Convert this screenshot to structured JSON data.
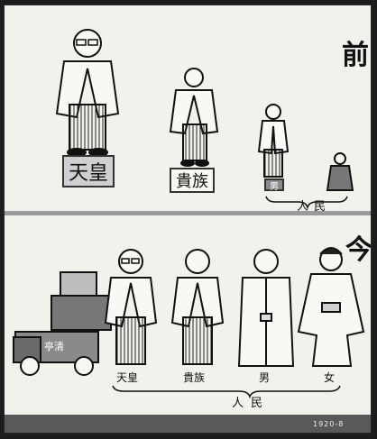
{
  "panels": {
    "top": {
      "side_label": "前",
      "labels": {
        "emperor": "天皇",
        "nobility": "貴族",
        "man": "男",
        "people": "人民"
      }
    },
    "bottom": {
      "side_label": "今",
      "truck_text": "亭清",
      "labels": {
        "emperor": "天皇",
        "nobility": "貴族",
        "man": "男",
        "woman": "女",
        "people": "人民"
      }
    }
  },
  "credit": "1920-8",
  "colors": {
    "paper": "#f2f1ec",
    "ink": "#111111",
    "divider": "#9a9a9a",
    "band": "#595959",
    "border": "#1c1c1c"
  }
}
